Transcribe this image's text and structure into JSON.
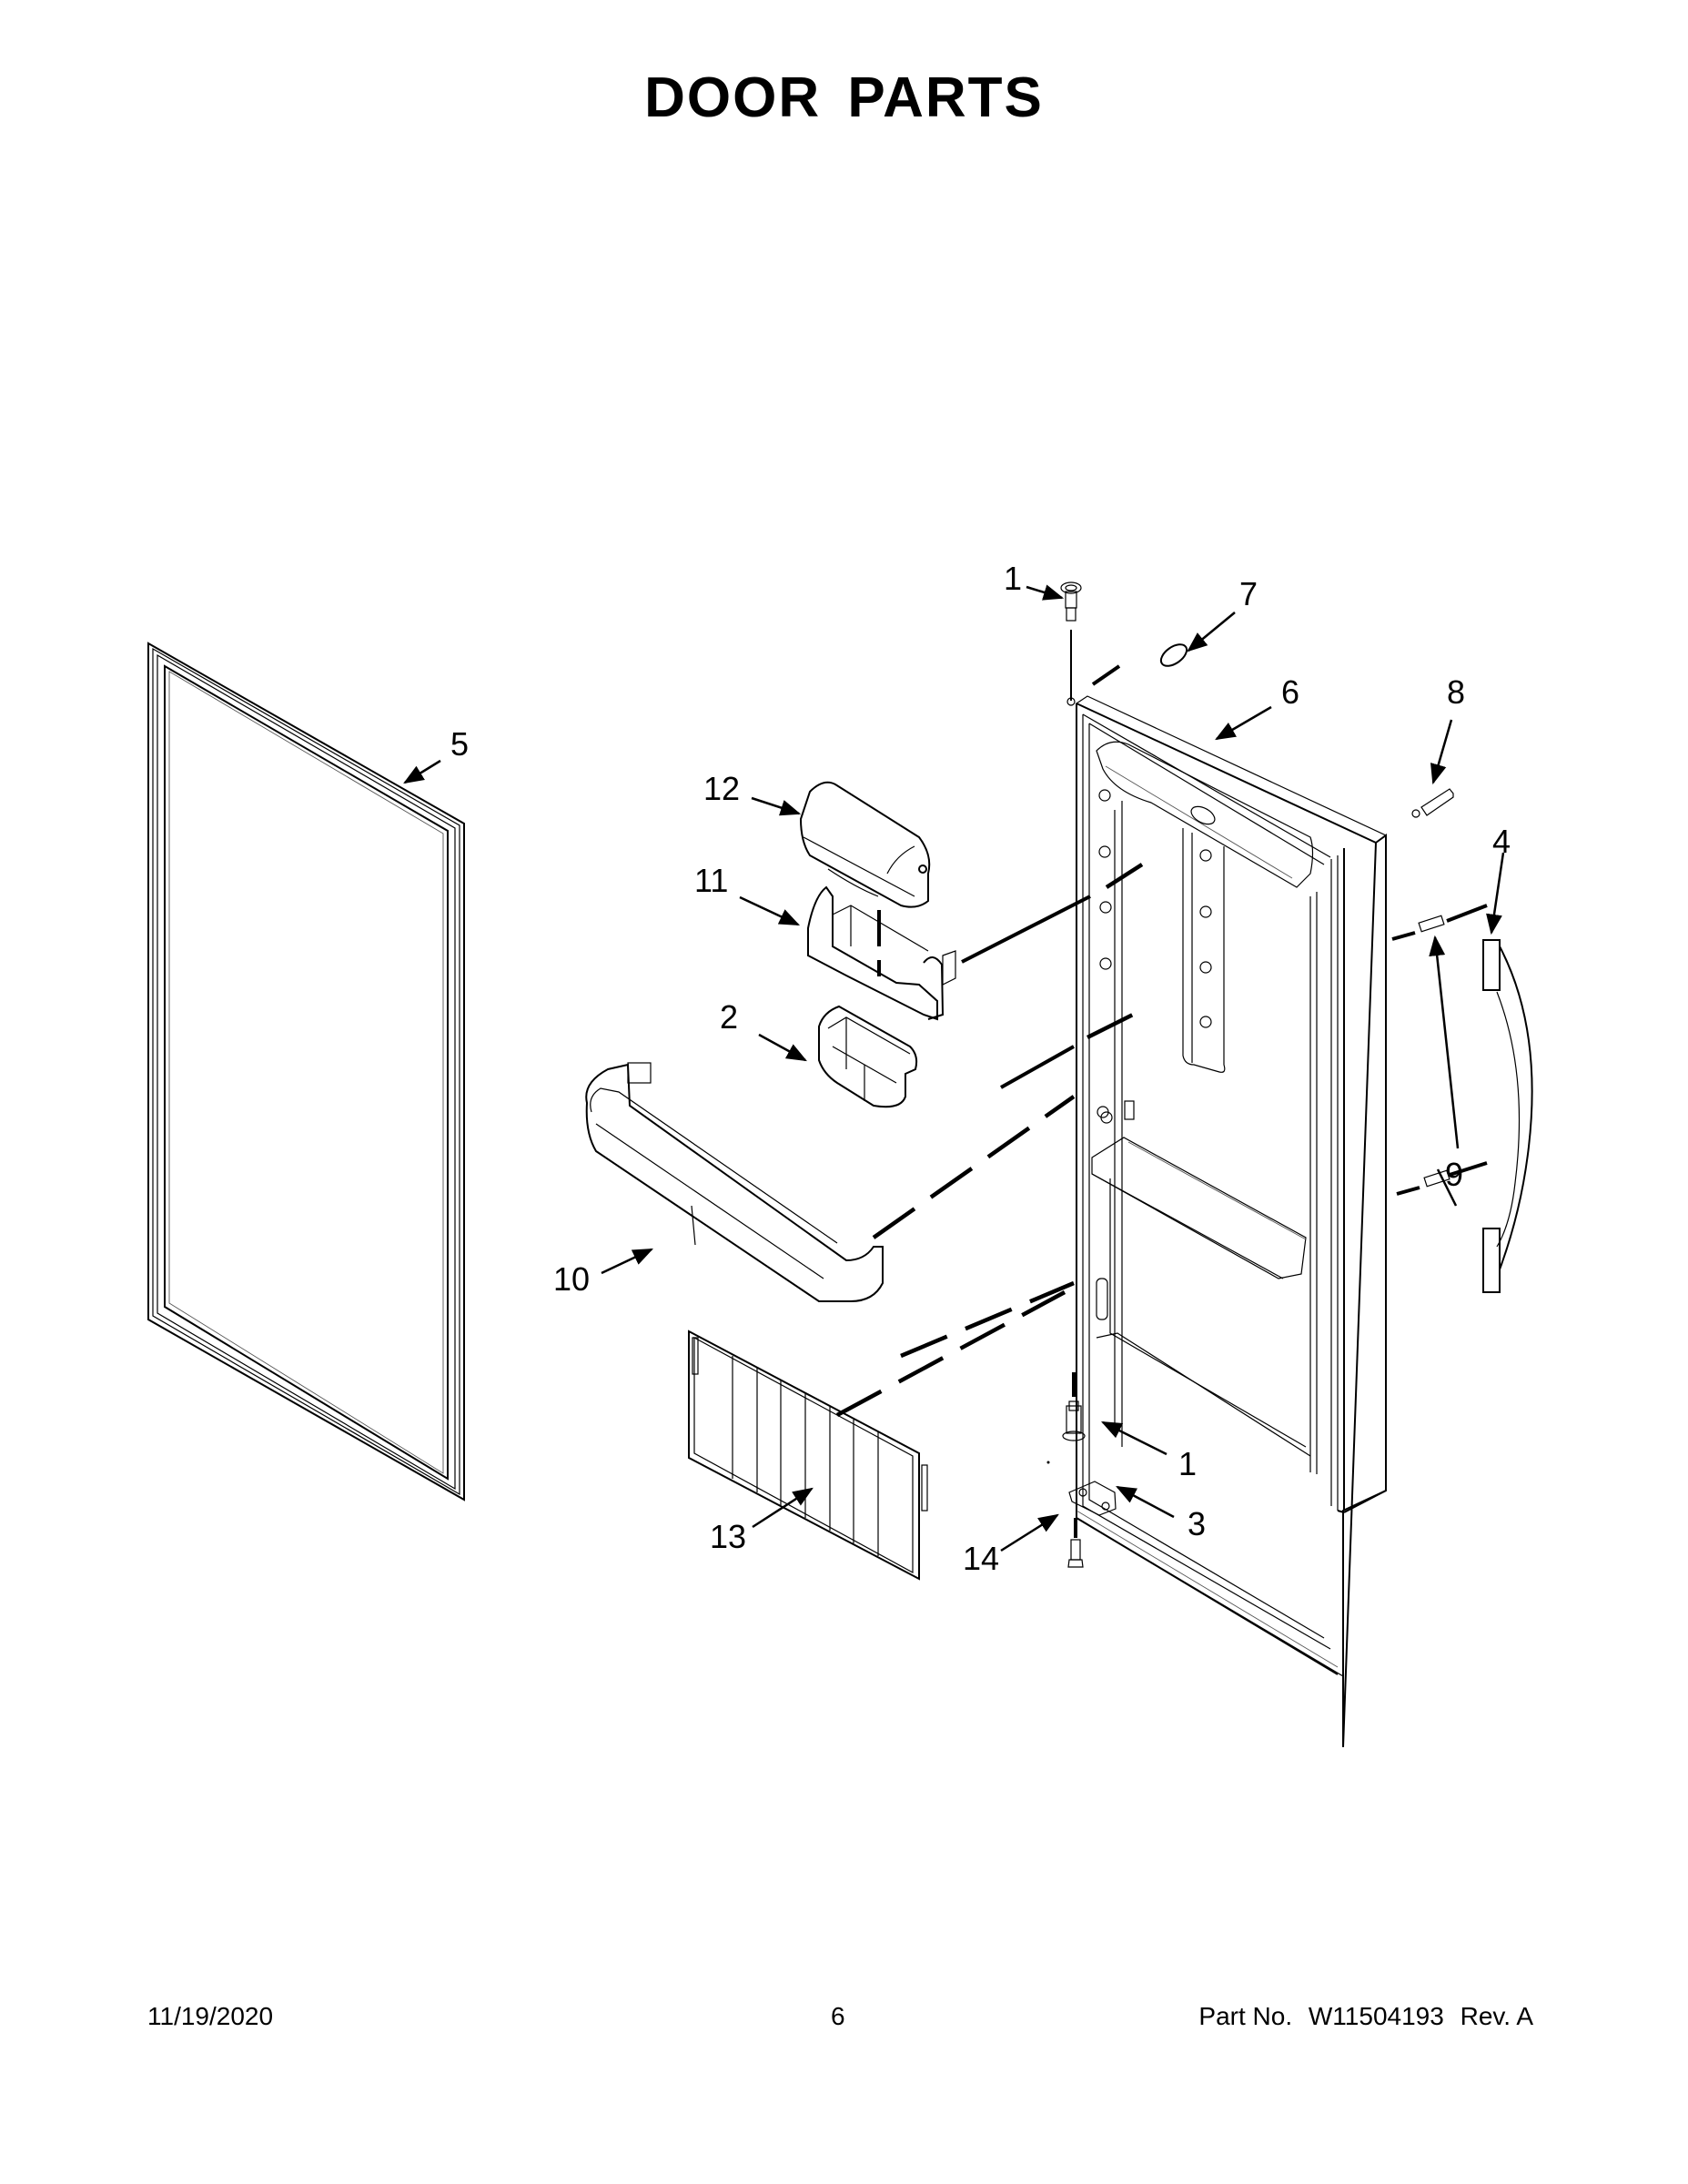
{
  "page": {
    "title": "DOOR PARTS",
    "footer": {
      "date": "11/19/2020",
      "page_number": "6",
      "part_no_label": "Part No.",
      "part_no": "W11504193",
      "revision": "Rev. A"
    }
  },
  "diagram": {
    "callouts": [
      {
        "id": "callout-1-top",
        "label": "1",
        "part": "hinge-bushing-top"
      },
      {
        "id": "callout-7",
        "label": "7",
        "part": "washer"
      },
      {
        "id": "callout-6",
        "label": "6",
        "part": "door-assembly"
      },
      {
        "id": "callout-8",
        "label": "8",
        "part": "door-stop-pin"
      },
      {
        "id": "callout-5",
        "label": "5",
        "part": "door-gasket"
      },
      {
        "id": "callout-12",
        "label": "12",
        "part": "dairy-door"
      },
      {
        "id": "callout-11",
        "label": "11",
        "part": "dairy-bin"
      },
      {
        "id": "callout-4",
        "label": "4",
        "part": "door-handle"
      },
      {
        "id": "callout-2",
        "label": "2",
        "part": "door-bin-small"
      },
      {
        "id": "callout-9",
        "label": "9",
        "part": "handle-screws"
      },
      {
        "id": "callout-10",
        "label": "10",
        "part": "door-bin-large"
      },
      {
        "id": "callout-1-bottom",
        "label": "1",
        "part": "hinge-bushing-bottom"
      },
      {
        "id": "callout-3",
        "label": "3",
        "part": "hinge-bracket"
      },
      {
        "id": "callout-13",
        "label": "13",
        "part": "bin-divider"
      },
      {
        "id": "callout-14",
        "label": "14",
        "part": "hinge-screw"
      }
    ]
  }
}
